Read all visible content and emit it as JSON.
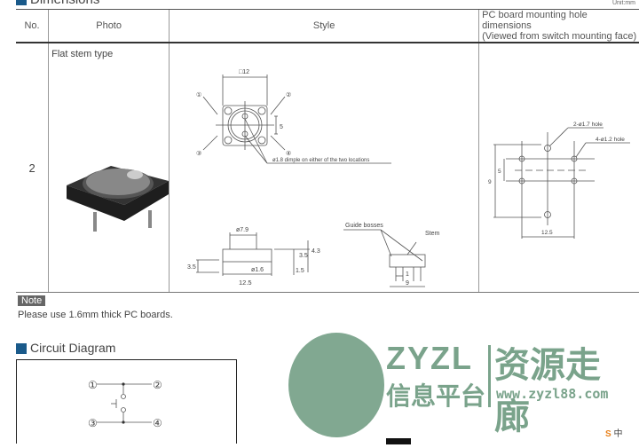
{
  "section_title": "Dimensions",
  "unit": "Unit:mm",
  "table": {
    "headers": [
      "No.",
      "Photo",
      "Style",
      "PC board mounting hole dimensions",
      "(Viewed from switch mounting face)"
    ],
    "row": {
      "no": "2",
      "photo_caption": "Flat stem type"
    }
  },
  "style_drawing": {
    "top_dim": "□12",
    "pitch": "5",
    "pins": [
      "①",
      "②",
      "③",
      "④"
    ],
    "dimple_note": "ø1.8 dimple on either of the two locations",
    "stem_dia": "ø7.9",
    "height_body": "3.5",
    "height_total": "4.3",
    "pin_len": "3.5",
    "pin_dia": "ø1.6",
    "pin_offset": "1.5",
    "width": "12.5",
    "guide_bosses": "Guide bosses",
    "stem": "Stem",
    "side_pitch": "1",
    "side_width": "9"
  },
  "pcb_drawing": {
    "hole_large": "2-ø1.7 hole",
    "hole_small": "4-ø1.2 hole",
    "dim_9": "9",
    "dim_5": "5",
    "dim_125": "12.5"
  },
  "note": {
    "label": "Note",
    "text": "Please use 1.6mm thick PC boards."
  },
  "circuit": {
    "title": "Circuit Diagram",
    "pins": [
      "①",
      "②",
      "③",
      "④"
    ]
  },
  "watermark": {
    "brand": "ZYZL",
    "cn1": "信息平台",
    "cn2": "资源走廊",
    "url": "www.zyzl88.com"
  },
  "ime": {
    "s": "S",
    "lang": "中"
  }
}
